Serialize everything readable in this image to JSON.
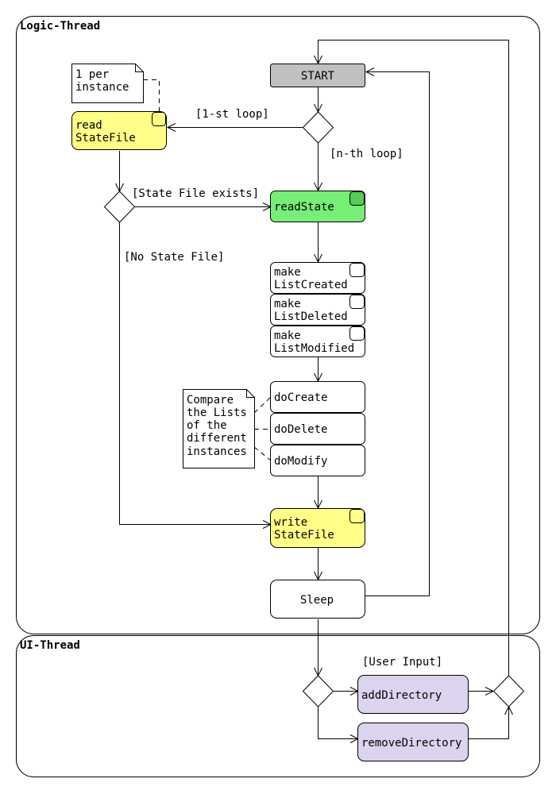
{
  "swimlanes": {
    "logic": "Logic-Thread",
    "ui": "UI-Thread"
  },
  "nodes": {
    "start": "START",
    "read_statefile": [
      "read",
      "StateFile"
    ],
    "read_state": "readState",
    "make_list_created": [
      "make",
      "ListCreated"
    ],
    "make_list_deleted": [
      "make",
      "ListDeleted"
    ],
    "make_list_modified": [
      "make",
      "ListModified"
    ],
    "do_create": "doCreate",
    "do_delete": "doDelete",
    "do_modify": "doModify",
    "write_statefile": [
      "write",
      "StateFile"
    ],
    "sleep": "Sleep",
    "add_directory": "addDirectory",
    "remove_directory": "removeDirectory"
  },
  "notes": {
    "per_instance": [
      "1 per",
      "instance"
    ],
    "compare": [
      "Compare",
      "the Lists",
      "of the",
      "different",
      "instances"
    ]
  },
  "guards": {
    "first_loop": "[1-st loop]",
    "nth_loop": "[n-th loop]",
    "state_exists": "[State File exists]",
    "no_state": "[No State File]",
    "user_input": "[User Input]"
  },
  "colors": {
    "start_fill": "#c0c0c0",
    "yellow": "#ffff88",
    "green": "#77ee77",
    "purple": "#dcd3ee",
    "white": "#ffffff"
  }
}
